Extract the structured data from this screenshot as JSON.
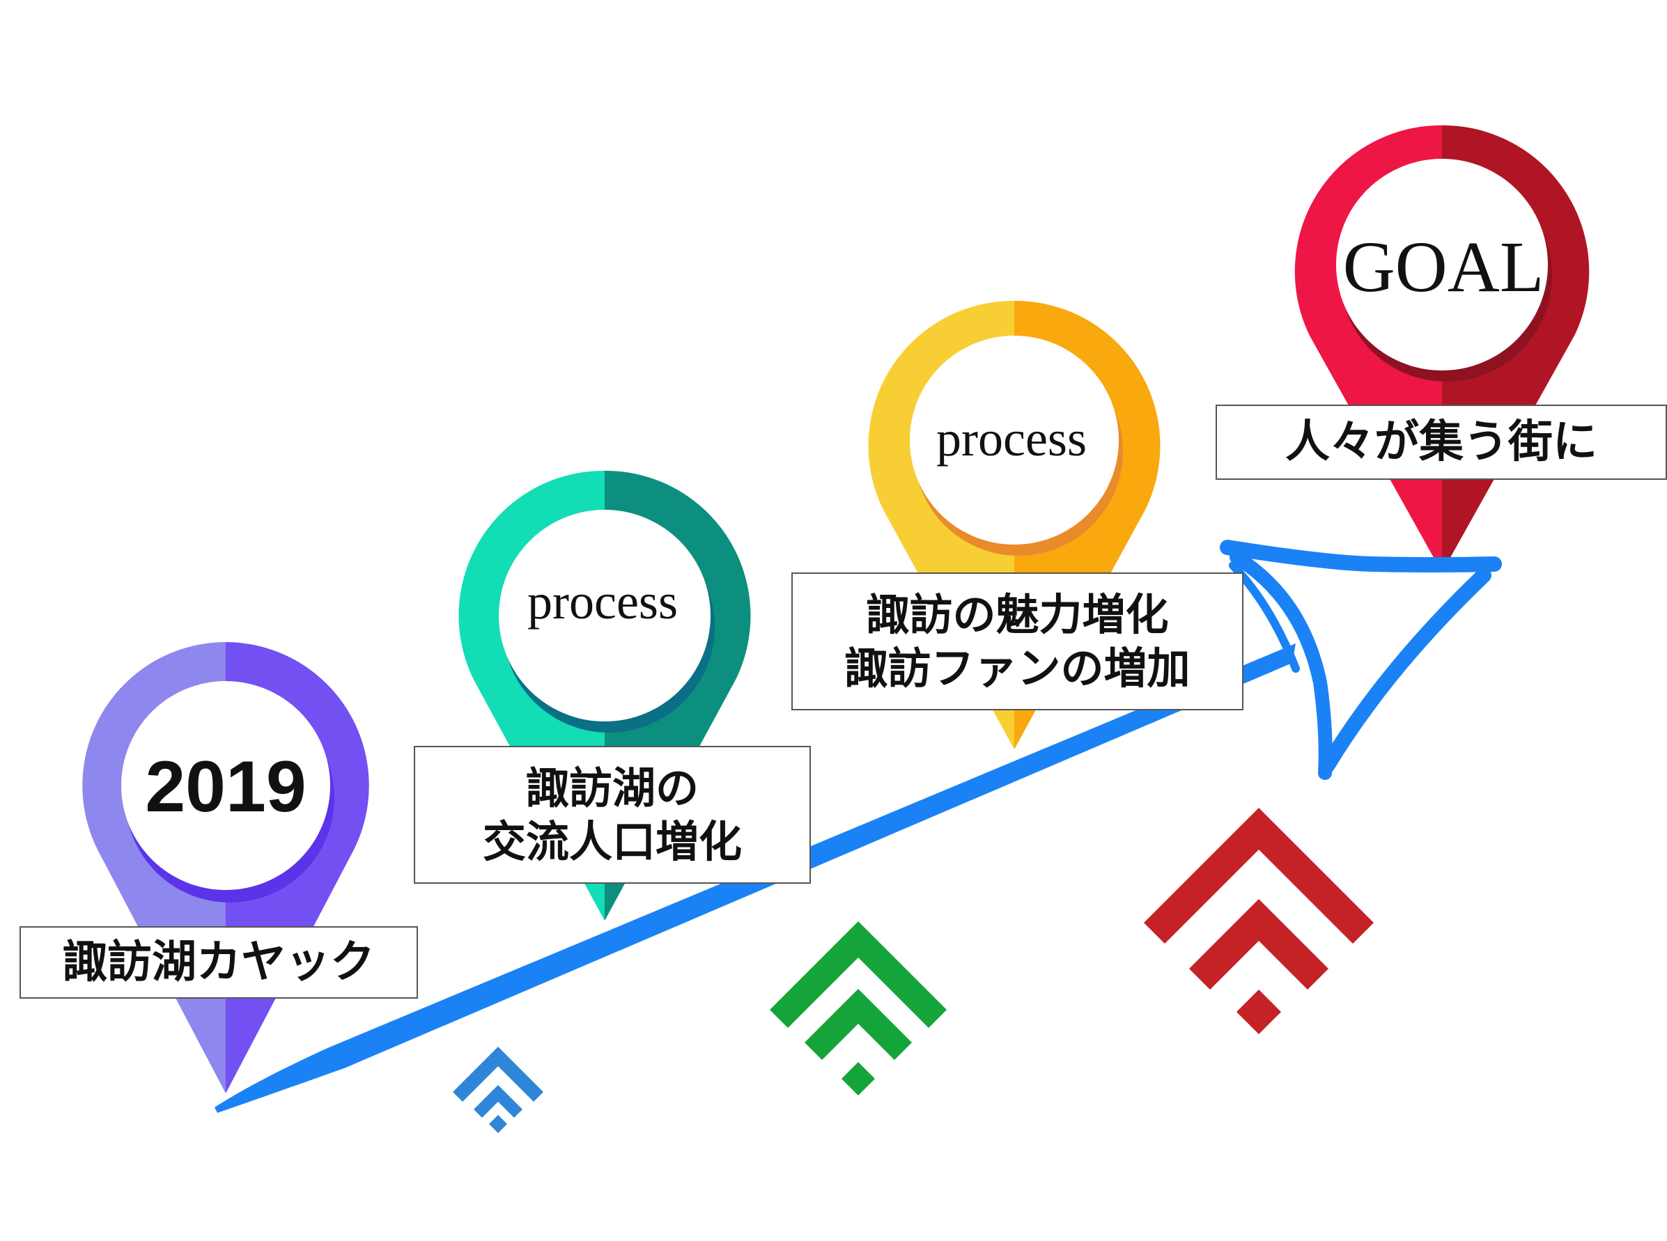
{
  "pins": [
    {
      "id": "start",
      "text": "2019",
      "label_lines": [
        "諏訪湖カヤック"
      ],
      "colors": {
        "light": "#8E87EE",
        "dark": "#7350F2",
        "shadow": "#5A34E8"
      }
    },
    {
      "id": "process1",
      "text": "process",
      "label_lines": [
        "諏訪湖の",
        "交流人口増化"
      ],
      "colors": {
        "light": "#12DDB4",
        "dark": "#0C8F7E",
        "shadow": "#0B6F86"
      }
    },
    {
      "id": "process2",
      "text": "process",
      "label_lines": [
        "諏訪の魅力増化",
        "諏訪ファンの増加"
      ],
      "colors": {
        "light": "#F7CF35",
        "dark": "#F9A80E",
        "shadow": "#E98B2A"
      }
    },
    {
      "id": "goal",
      "text": "GOAL",
      "label_lines": [
        "人々が集う街に"
      ],
      "colors": {
        "light": "#EE1645",
        "dark": "#B01525",
        "shadow": "#8E1220"
      }
    }
  ],
  "arrow": {
    "color": "#1A82F5",
    "direction": "up-right"
  },
  "growth_chevrons": [
    {
      "id": "small",
      "color": "#2F86D8"
    },
    {
      "id": "medium",
      "color": "#14A43A"
    },
    {
      "id": "large",
      "color": "#C42226"
    }
  ]
}
